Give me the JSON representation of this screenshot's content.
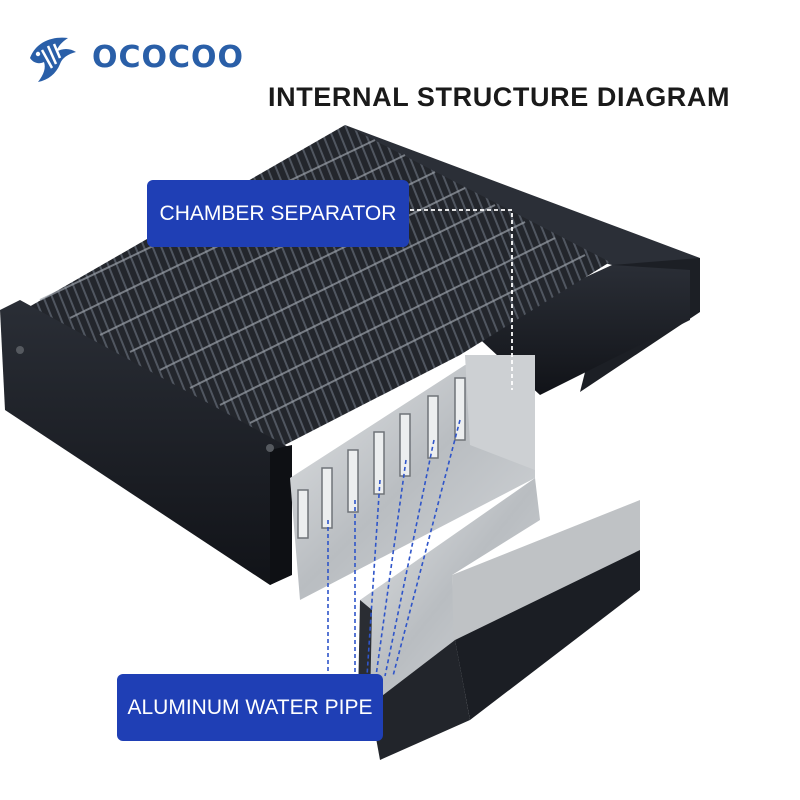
{
  "brand": {
    "name": "OCOCOO",
    "logo_icon": "bird-head-icon",
    "color": "#2a5fa8"
  },
  "title": "INTERNAL STRUCTURE DIAGRAM",
  "callouts": {
    "chamber_separator": "CHAMBER SEPARATOR",
    "aluminum_water_pipe": "ALUMINUM WATER PIPE"
  },
  "colors": {
    "callout_bg": "#1f3fb5",
    "radiator_body": "#1c1f26",
    "aluminum": "#c9ccd0"
  }
}
